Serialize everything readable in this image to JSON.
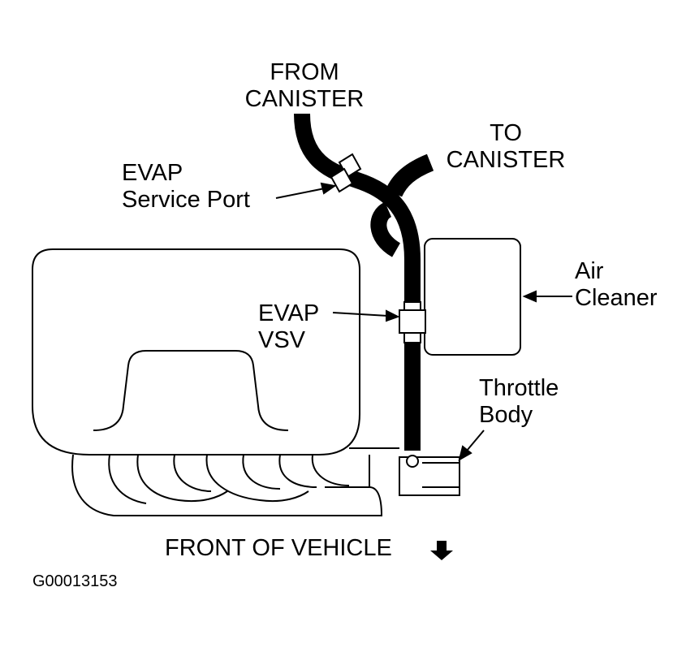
{
  "labels": {
    "from_canister": [
      "FROM",
      "CANISTER"
    ],
    "to_canister": [
      "TO",
      "CANISTER"
    ],
    "evap_service_port": [
      "EVAP",
      "Service Port"
    ],
    "evap_vsv": [
      "EVAP",
      "VSV"
    ],
    "air_cleaner": [
      "Air",
      "Cleaner"
    ],
    "throttle_body": [
      "Throttle",
      "Body"
    ],
    "front_of_vehicle": "FRONT OF VEHICLE",
    "figure_code": "G00013153"
  },
  "colors": {
    "ink": "#000000",
    "paper": "#ffffff"
  }
}
